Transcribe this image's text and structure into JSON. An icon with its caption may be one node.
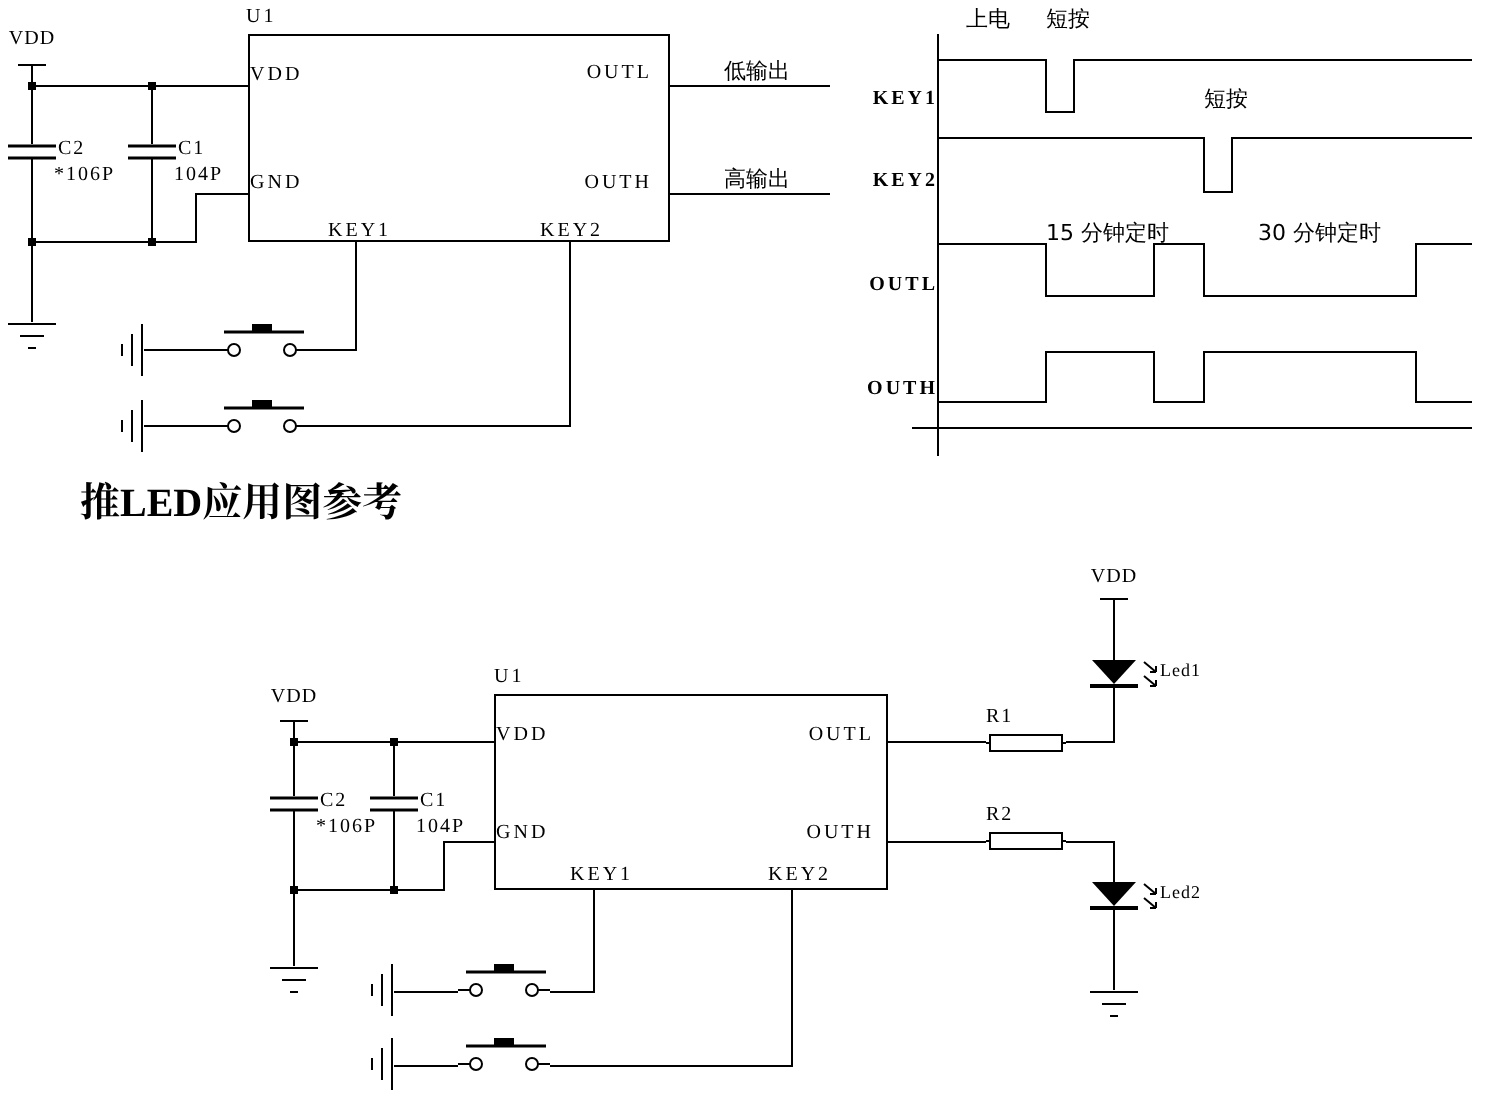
{
  "diagram": {
    "title": "推LED应用图参考",
    "nodes": [
      {
        "text": [
          "U1",
          "VDD",
          "GND",
          "OUTL",
          "OUTH",
          "KEY1",
          "KEY2"
        ]
      },
      {
        "text": [
          "VDD"
        ]
      },
      {
        "text": [
          "C2",
          "*106P"
        ]
      },
      {
        "text": [
          "C1",
          "104P"
        ]
      },
      {
        "text": [],
        "shape": "ground"
      },
      {
        "text": [],
        "shape": "switch"
      },
      {
        "text": [],
        "shape": "switch"
      },
      {
        "text": [],
        "shape": "ground"
      },
      {
        "text": [],
        "shape": "ground"
      },
      {
        "text": [
          "U1",
          "VDD",
          "GND",
          "OUTL",
          "OUTH",
          "KEY1",
          "KEY2"
        ]
      },
      {
        "text": [
          "VDD"
        ]
      },
      {
        "text": [
          "C2",
          "*106P"
        ]
      },
      {
        "text": [
          "C1",
          "104P"
        ]
      },
      {
        "text": [],
        "shape": "ground"
      },
      {
        "text": [],
        "shape": "switch"
      },
      {
        "text": [],
        "shape": "switch"
      },
      {
        "text": [],
        "shape": "ground"
      },
      {
        "text": [],
        "shape": "ground"
      },
      {
        "text": [
          "R1"
        ]
      },
      {
        "text": [
          "R2"
        ]
      },
      {
        "text": [
          "VDD"
        ]
      },
      {
        "text": [
          "Led1"
        ]
      },
      {
        "text": [
          "Led2"
        ]
      },
      {
        "text": [],
        "shape": "ground"
      }
    ],
    "edges": [
      {
        "from": 1,
        "to": 0,
        "arrow": "none"
      },
      {
        "from": 1,
        "to": 2,
        "arrow": "none"
      },
      {
        "from": 1,
        "to": 3,
        "arrow": "none"
      },
      {
        "from": 2,
        "to": 4,
        "arrow": "none"
      },
      {
        "from": 3,
        "to": 4,
        "arrow": "none"
      },
      {
        "from": 0,
        "to": 4,
        "arrow": "none"
      },
      {
        "from": 0,
        "to": 5,
        "arrow": "none"
      },
      {
        "from": 7,
        "to": 5,
        "arrow": "none"
      },
      {
        "from": 0,
        "to": 6,
        "arrow": "none"
      },
      {
        "from": 8,
        "to": 6,
        "arrow": "none"
      },
      {
        "from": 0,
        "to": null,
        "arrow": "none",
        "label": "低输出"
      },
      {
        "from": 0,
        "to": null,
        "arrow": "none",
        "label": "高输出"
      },
      {
        "from": 10,
        "to": 9,
        "arrow": "none"
      },
      {
        "from": 10,
        "to": 11,
        "arrow": "none"
      },
      {
        "from": 10,
        "to": 12,
        "arrow": "none"
      },
      {
        "from": 11,
        "to": 13,
        "arrow": "none"
      },
      {
        "from": 12,
        "to": 13,
        "arrow": "none"
      },
      {
        "from": 9,
        "to": 13,
        "arrow": "none"
      },
      {
        "from": 9,
        "to": 14,
        "arrow": "none"
      },
      {
        "from": 16,
        "to": 14,
        "arrow": "none"
      },
      {
        "from": 9,
        "to": 15,
        "arrow": "none"
      },
      {
        "from": 17,
        "to": 15,
        "arrow": "none"
      },
      {
        "from": 9,
        "to": 18,
        "arrow": "none"
      },
      {
        "from": 18,
        "to": 21,
        "arrow": "none"
      },
      {
        "from": 20,
        "to": 21,
        "arrow": "none"
      },
      {
        "from": 9,
        "to": 19,
        "arrow": "none"
      },
      {
        "from": 19,
        "to": 22,
        "arrow": "none"
      },
      {
        "from": 22,
        "to": 23,
        "arrow": "none"
      }
    ],
    "labels": [
      "上电",
      "短按",
      "KEY1",
      "短按",
      "KEY2",
      "15 分钟定时",
      "30 分钟定时",
      "OUTL",
      "OUTH"
    ]
  }
}
